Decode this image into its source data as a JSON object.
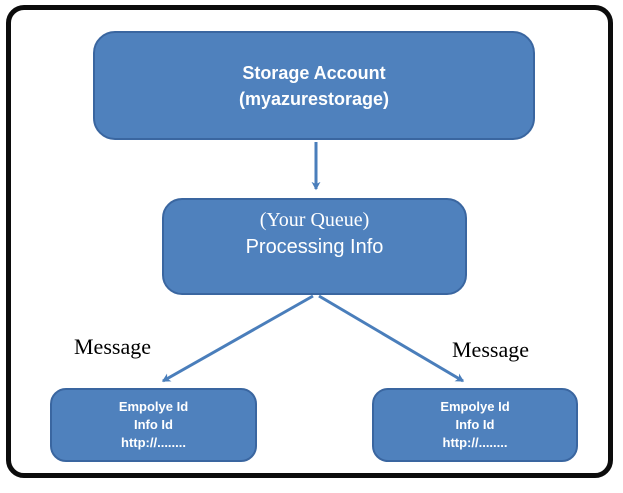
{
  "diagram": {
    "type": "flow-diagram",
    "nodes": {
      "storage_account": {
        "line1": "Storage Account",
        "line2": "(myazurestorage)"
      },
      "queue": {
        "line1": "(Your Queue)",
        "line2": "Processing Info"
      },
      "worker_left": {
        "line1": "Empolye Id",
        "line2": "Info Id",
        "line3": "http://........"
      },
      "worker_right": {
        "line1": "Empolye Id",
        "line2": "Info Id",
        "line3": "http://........"
      }
    },
    "labels": {
      "message_left": "Message",
      "message_right": "Message"
    },
    "edges": [
      {
        "from": "storage_account",
        "to": "queue"
      },
      {
        "from": "queue",
        "to": "worker_left",
        "label": "Message"
      },
      {
        "from": "queue",
        "to": "worker_right",
        "label": "Message"
      }
    ],
    "colors": {
      "node_fill": "#4f81bd",
      "node_border": "#3a66a0",
      "arrow": "#4a7ebb",
      "frame_border": "#0c0c0c",
      "node_text": "#ffffff",
      "label_text": "#000000"
    }
  }
}
